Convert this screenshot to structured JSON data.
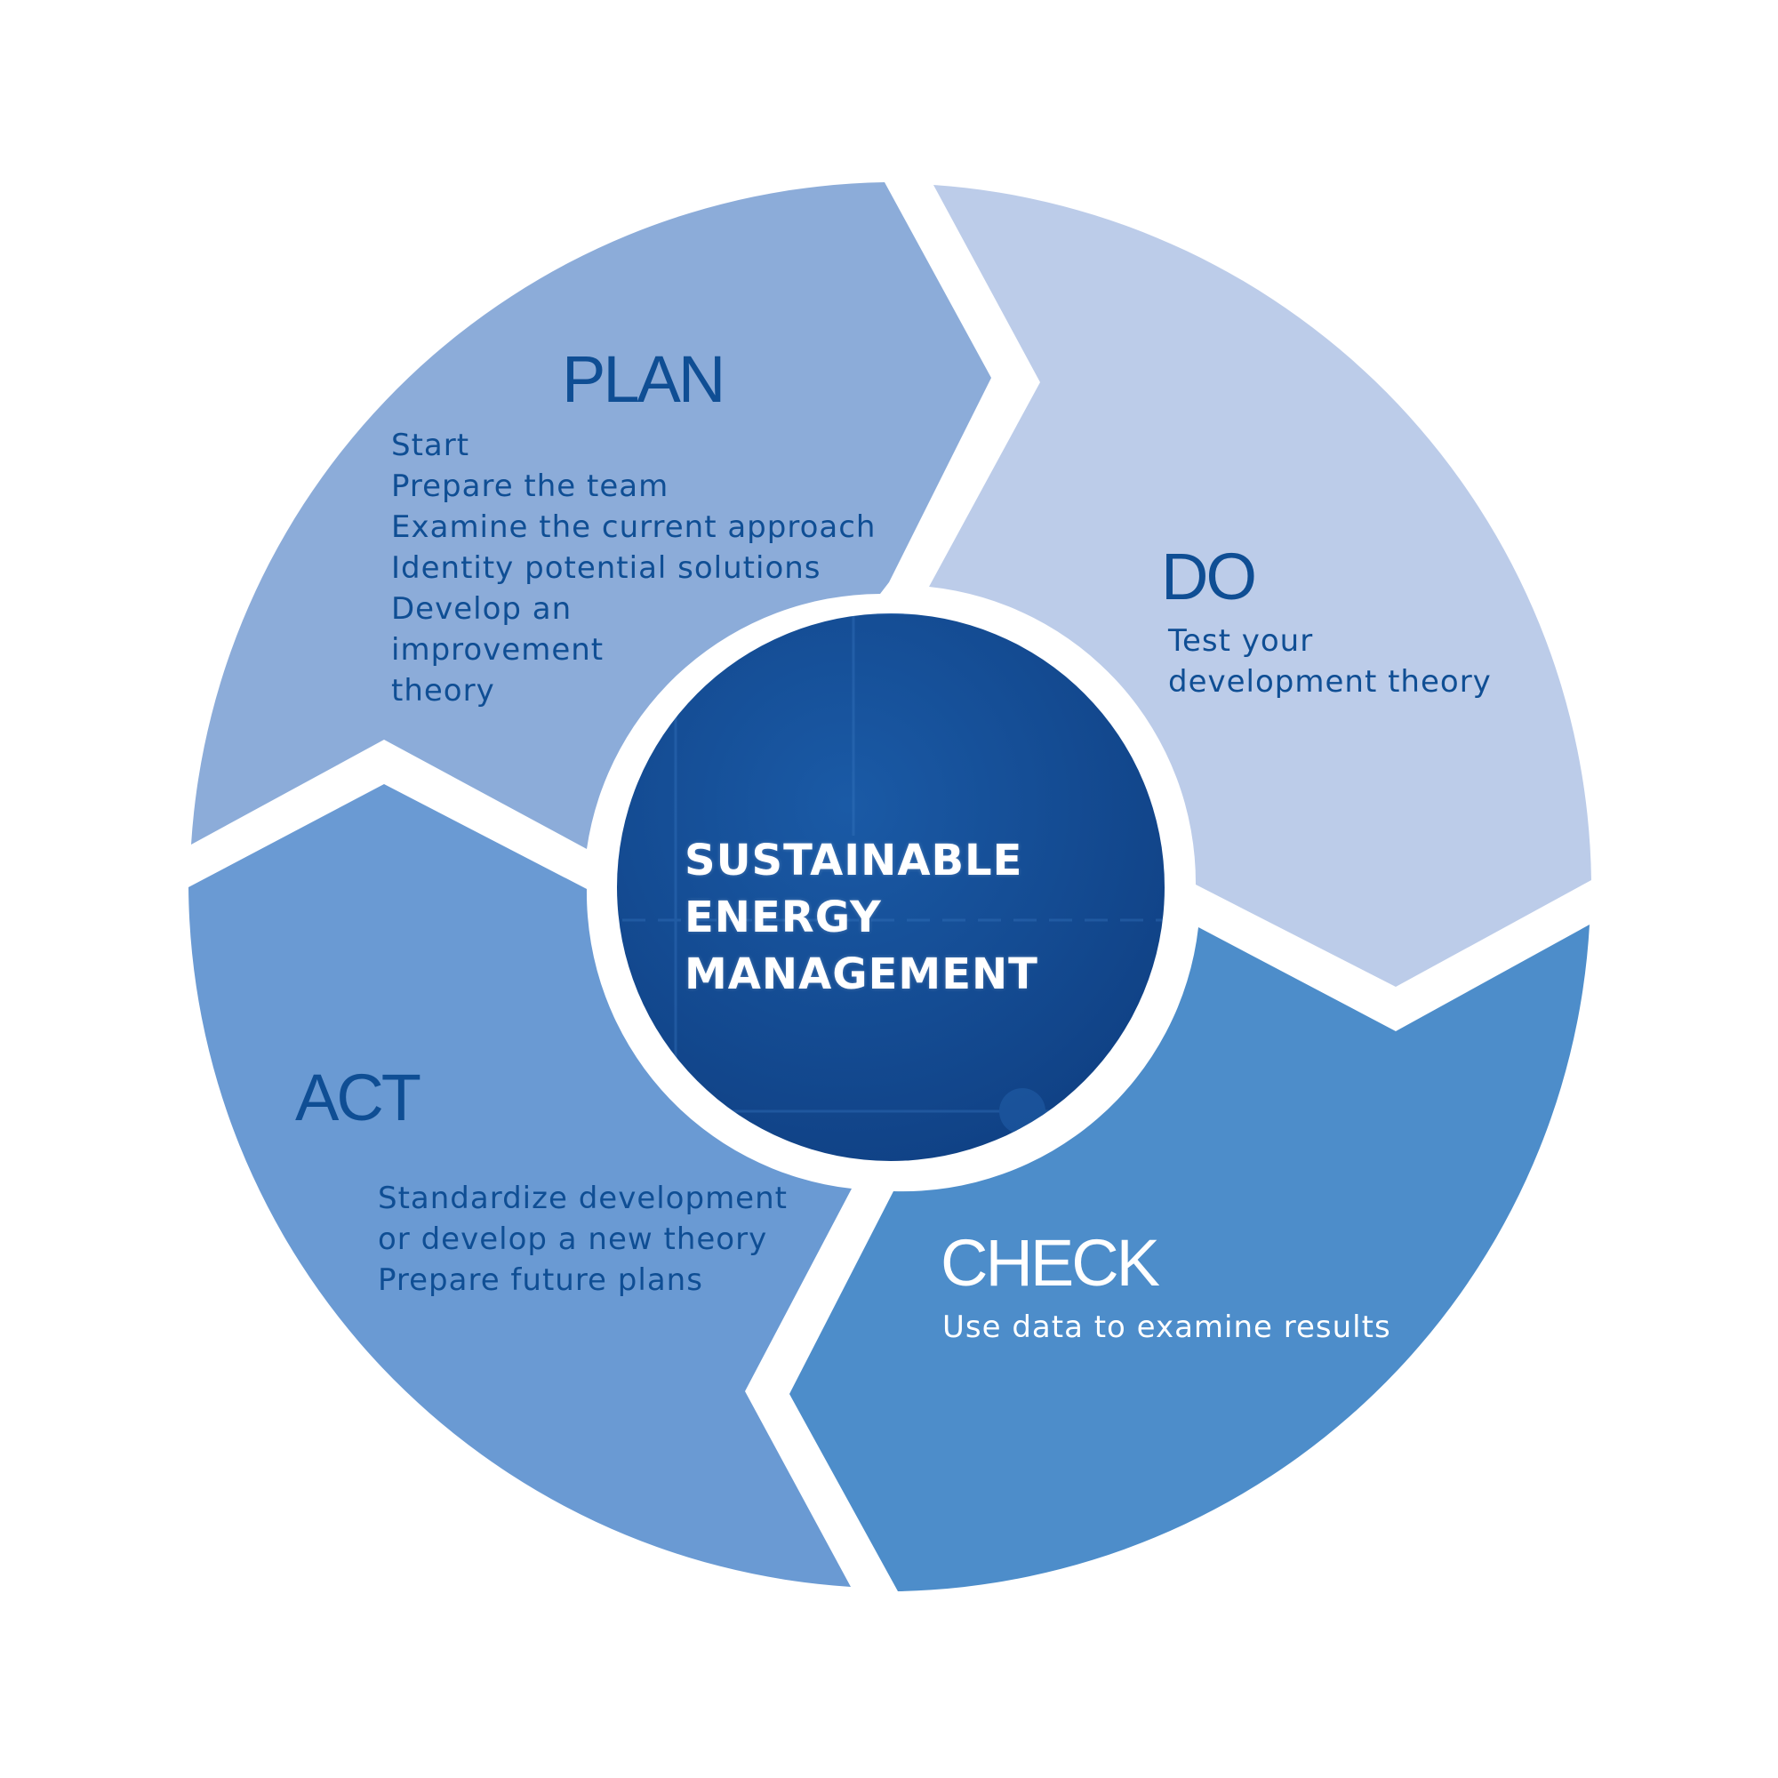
{
  "center": {
    "lines": [
      "SUSTAINABLE",
      "ENERGY",
      "MANAGEMENT"
    ]
  },
  "plan": {
    "title": "PLAN",
    "lines": [
      "Start",
      "Prepare the team",
      "Examine the current approach",
      "Identity potential solutions",
      "Develop an",
      "improvement",
      "theory"
    ]
  },
  "do": {
    "title": "DO",
    "lines": [
      "Test your",
      "development theory"
    ]
  },
  "check": {
    "title": "CHECK",
    "lines": [
      "Use data to examine results"
    ]
  },
  "act": {
    "title": "ACT",
    "lines": [
      "Standardize development",
      "or develop a new theory",
      "Prepare future plans"
    ]
  },
  "colors": {
    "plan": "#8cacd9",
    "do": "#bccce9",
    "check": "#4d8dca",
    "act": "#6a9ad3",
    "center": "#134a90",
    "text_dark": "#0f4e94",
    "text_light": "#ffffff"
  }
}
